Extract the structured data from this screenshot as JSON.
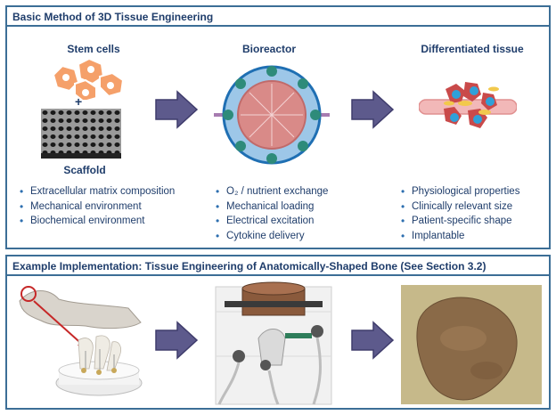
{
  "top_panel": {
    "title": "Basic Method of 3D Tissue Engineering",
    "stem_cells_label": "Stem cells",
    "plus": "+",
    "scaffold_label": "Scaffold",
    "bioreactor_label": "Bioreactor",
    "differentiated_label": "Differentiated tissue",
    "scaffold_bullets": [
      "Extracellular matrix composition",
      "Mechanical environment",
      "Biochemical environment"
    ],
    "bioreactor_bullets": [
      "O₂ / nutrient exchange",
      "Mechanical loading",
      "Electrical excitation",
      "Cytokine delivery"
    ],
    "tissue_bullets": [
      "Physiological properties",
      "Clinically relevant size",
      "Patient-specific shape",
      "Implantable"
    ]
  },
  "bottom_panel": {
    "title": "Example Implementation: Tissue Engineering of Anatomically-Shaped Bone (See Section 3.2)"
  },
  "colors": {
    "border": "#3c6e96",
    "text": "#1f3d6b",
    "arrow_fill": "#5d5a8c",
    "bioreactor_ring": "#1f6fb3",
    "cell_orange": "#f5a06a"
  }
}
